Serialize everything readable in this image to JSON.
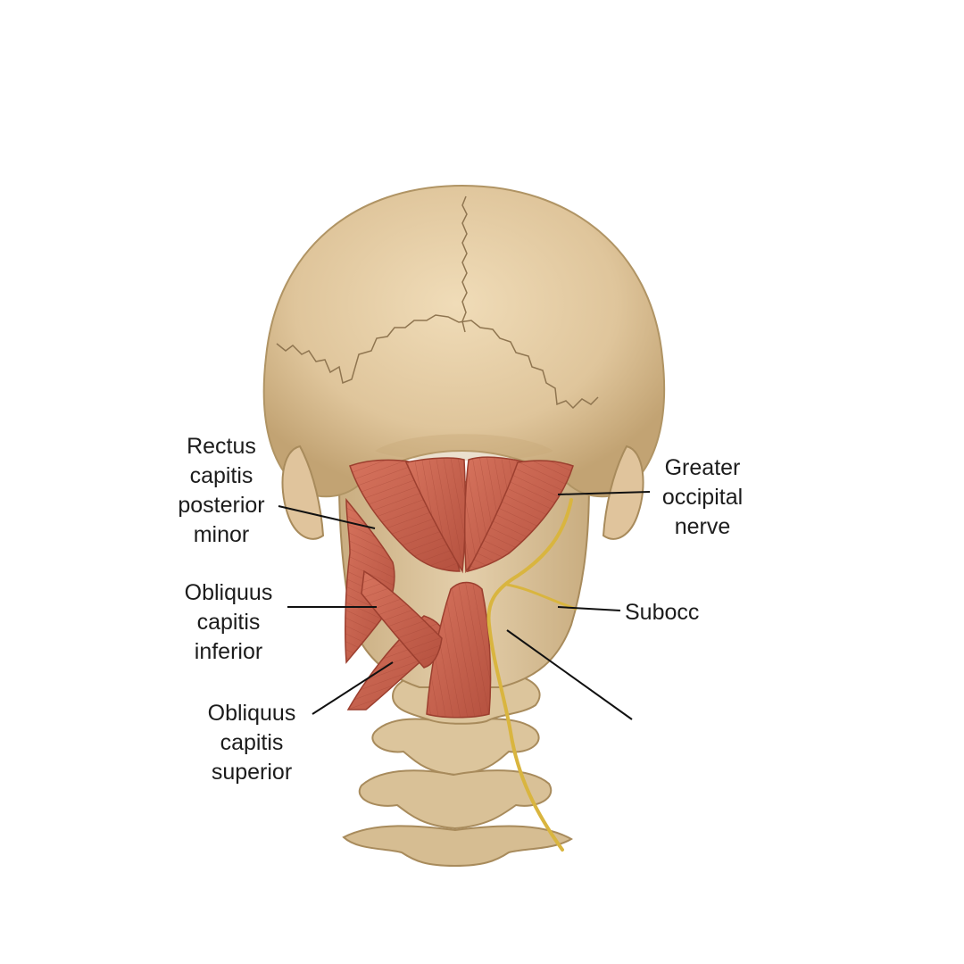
{
  "labels": {
    "rectus_capitis_posterior_minor": [
      "Rectus",
      "capitis",
      "posterior",
      "minor"
    ],
    "obliquus_capitis_inferior": [
      "Obliquus",
      "capitis",
      "inferior"
    ],
    "obliquus_capitis_superior": [
      "Obliquus",
      "capitis",
      "superior"
    ],
    "greater_occipital_nerve": [
      "Greater",
      "occipital",
      "nerve"
    ],
    "suboccipital": "Subocc"
  },
  "colors": {
    "bone": "#e3cba3",
    "bone_shadow": "#b89a6c",
    "muscle": "#c9624e",
    "muscle_dark": "#9c3f2f",
    "nerve": "#d9b53f",
    "leader_line": "#111111",
    "text": "#1c1c1c"
  }
}
